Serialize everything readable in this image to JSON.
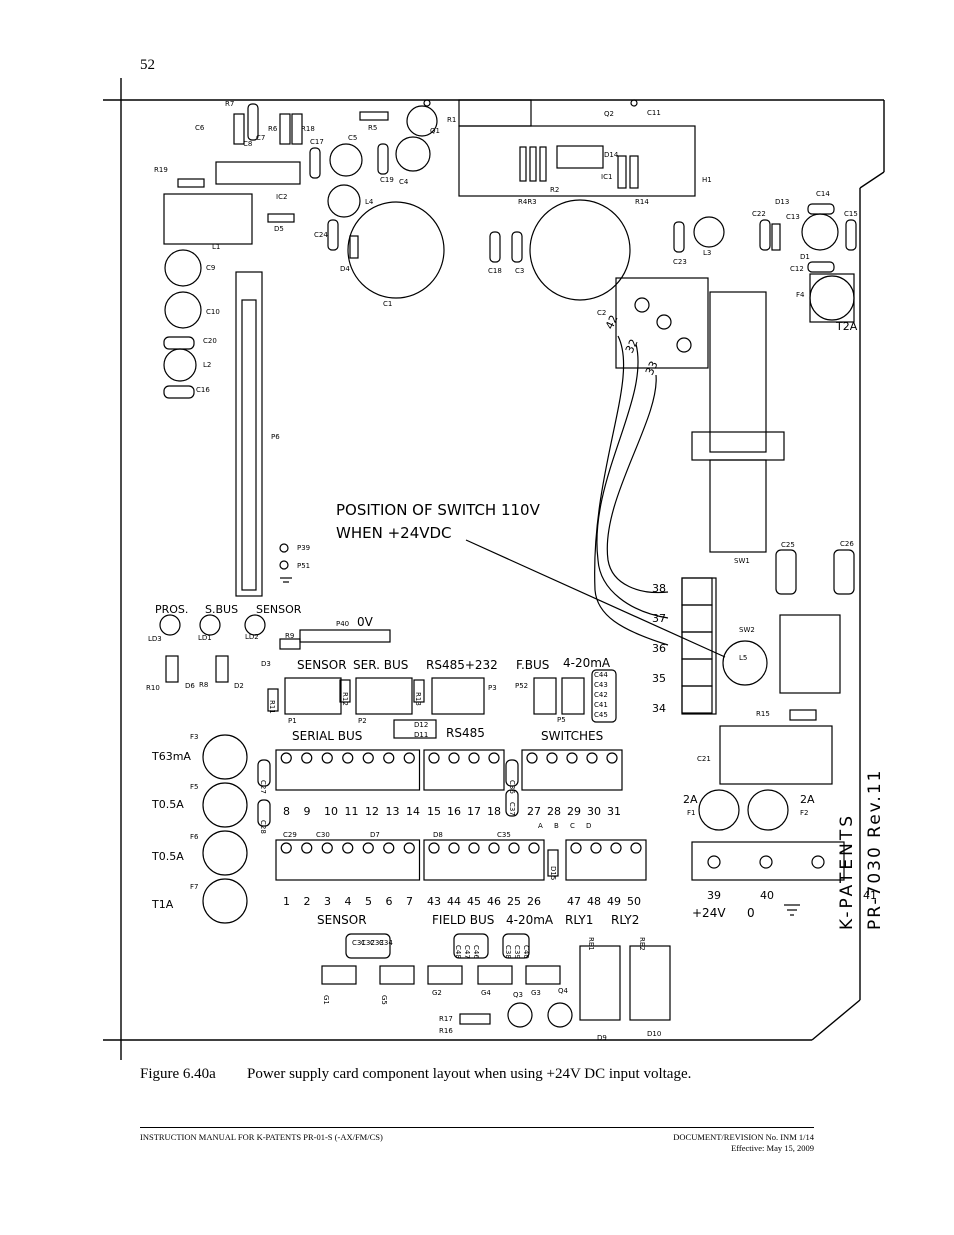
{
  "page_number": "52",
  "diagram": {
    "board_lines": [
      "K-PATENTS",
      "PR-7030 Rev.11"
    ],
    "callout": [
      "POSITION OF SWITCH 110V",
      "WHEN +24VDC"
    ],
    "leds": {
      "pros": "PROS.",
      "sbus": "S.BUS",
      "sensor": "SENSOR"
    },
    "fuses": {
      "f3": "T63mA",
      "f5": "T0.5A",
      "f6": "T0.5A",
      "f7": "T1A",
      "f4": "T2A",
      "f1": "2A",
      "f2": "2A"
    },
    "connector_labels": {
      "sensor": "SENSOR",
      "ser_bus": "SER. BUS",
      "rs485_232": "RS485+232",
      "fbus": "F.BUS",
      "ma_4_20_top": "4-20mA",
      "rs485": "RS485",
      "serial_bus": "SERIAL BUS",
      "switches": "SWITCHES",
      "sensor_bottom": "SENSOR",
      "field_bus": "FIELD BUS",
      "ma_4_20_bottom": "4-20mA",
      "rly1": "RLY1",
      "rly2": "RLY2",
      "p40": "0V"
    },
    "terminals": {
      "row1_a": [
        "8",
        "9",
        "10",
        "11",
        "12",
        "13",
        "14"
      ],
      "row1_b": [
        "15",
        "16",
        "17",
        "18"
      ],
      "row1_c": [
        "27",
        "28",
        "29",
        "30",
        "31"
      ],
      "row2_a": [
        "1",
        "2",
        "3",
        "4",
        "5",
        "6",
        "7"
      ],
      "row2_b": [
        "43",
        "44",
        "45",
        "46",
        "25",
        "26"
      ],
      "row2_c": [
        "47",
        "48",
        "49",
        "50"
      ],
      "switch_terms": [
        "38",
        "37",
        "36",
        "35",
        "34"
      ],
      "power_terms": [
        "39",
        "40",
        "41"
      ],
      "wire_labels": [
        "42",
        "32",
        "33"
      ],
      "abcd": [
        "A",
        "B",
        "C",
        "D"
      ]
    },
    "power_labels": {
      "plus24": "+24V",
      "zero": "0"
    },
    "components": [
      "R7",
      "C6",
      "C7",
      "C8",
      "R6",
      "R18",
      "R1",
      "R5",
      "Q1",
      "Q2",
      "C11",
      "C5",
      "C17",
      "C19",
      "C4",
      "D14",
      "IC1",
      "H1",
      "R19",
      "IC2",
      "D5",
      "R2",
      "R4R3",
      "R14",
      "L1",
      "L4",
      "C24",
      "D4",
      "C18",
      "C3",
      "C23",
      "L3",
      "D13",
      "C14",
      "C22",
      "C13",
      "C15",
      "D1",
      "C12",
      "F4",
      "C9",
      "C10",
      "C20",
      "L2",
      "C16",
      "C1",
      "C2",
      "P6",
      "P39",
      "P51",
      "SW1",
      "C25",
      "C26",
      "SW2",
      "L5",
      "LD3",
      "LD1",
      "LD2",
      "P40",
      "R9",
      "D3",
      "R10",
      "D6",
      "R8",
      "D2",
      "R11",
      "P1",
      "R12",
      "P2",
      "R13",
      "P3",
      "P52",
      "P5",
      "C44",
      "C43",
      "C42",
      "C41",
      "C45",
      "D12",
      "D11",
      "R15",
      "C21",
      "F3",
      "F5",
      "F6",
      "F7",
      "C27",
      "C28",
      "C36",
      "C37",
      "C29",
      "C30",
      "D7",
      "D8",
      "C35",
      "D15",
      "F1",
      "F2",
      "C31",
      "C32",
      "C33",
      "C34",
      "C48",
      "C47",
      "C46",
      "C38",
      "C39",
      "C40",
      "RE1",
      "RE2",
      "G1",
      "G5",
      "G2",
      "G4",
      "Q3",
      "G3",
      "Q4",
      "R17",
      "R16",
      "D9",
      "D10"
    ]
  },
  "caption": {
    "figure": "Figure 6.40a",
    "text": "Power supply card component layout when using +24V DC input voltage."
  },
  "footer": {
    "left": "INSTRUCTION MANUAL FOR K-PATENTS PR-01-S (-AX/FM/CS)",
    "right_1": "DOCUMENT/REVISION No. INM 1/14",
    "right_2": "Effective: May 15, 2009"
  }
}
